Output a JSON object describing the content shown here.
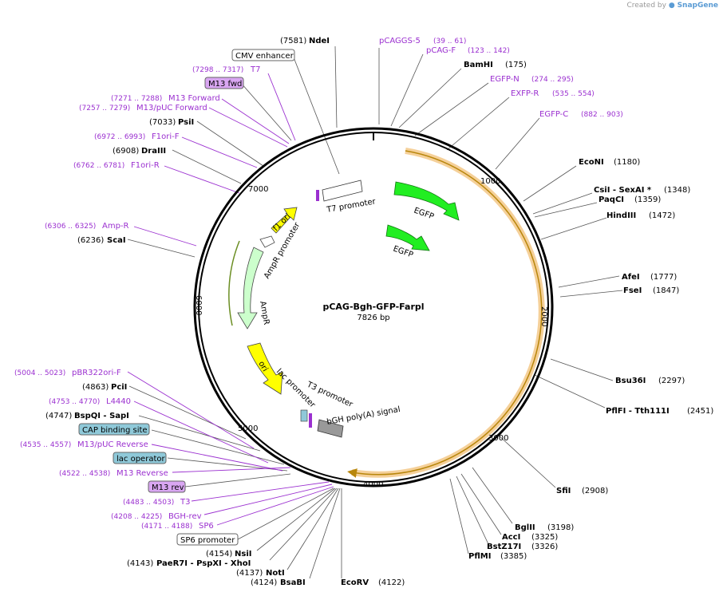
{
  "credit": {
    "prefix": "Created by",
    "brand": "SnapGene"
  },
  "plasmid": {
    "name": "pCAG-Bgh-GFP-Farpl",
    "length": "7826 bp"
  },
  "ticks": [
    "1000",
    "2000",
    "3000",
    "4000",
    "5000",
    "6000",
    "7000"
  ],
  "enzymes": [
    {
      "name": "NdeI",
      "pos": "(7581)"
    },
    {
      "name": "BamHI",
      "pos": "(175)"
    },
    {
      "name": "EcoNI",
      "pos": "(1180)"
    },
    {
      "name": "CsiI - SexAI *",
      "pos": "(1348)"
    },
    {
      "name": "PaqCI",
      "pos": "(1359)"
    },
    {
      "name": "HindIII",
      "pos": "(1472)"
    },
    {
      "name": "AfeI",
      "pos": "(1777)"
    },
    {
      "name": "FseI",
      "pos": "(1847)"
    },
    {
      "name": "Bsu36I",
      "pos": "(2297)"
    },
    {
      "name": "PflFI - Tth111I",
      "pos": "(2451)"
    },
    {
      "name": "SfiI",
      "pos": "(2908)"
    },
    {
      "name": "BglII",
      "pos": "(3198)"
    },
    {
      "name": "AccI",
      "pos": "(3325)"
    },
    {
      "name": "BstZ17I",
      "pos": "(3326)"
    },
    {
      "name": "PflMI",
      "pos": "(3385)"
    },
    {
      "name": "EcoRV",
      "pos": "(4122)"
    },
    {
      "name": "BsaBI",
      "pos": "(4124)"
    },
    {
      "name": "NotI",
      "pos": "(4137)"
    },
    {
      "name": "PaeR7I - PspXI - XhoI",
      "pos": "(4143)"
    },
    {
      "name": "NsiI",
      "pos": "(4154)"
    },
    {
      "name": "BspQI - SapI",
      "pos": "(4747)"
    },
    {
      "name": "PciI",
      "pos": "(4863)"
    },
    {
      "name": "ScaI",
      "pos": "(6236)"
    },
    {
      "name": "DraIII",
      "pos": "(6908)"
    },
    {
      "name": "PsiI",
      "pos": "(7033)"
    }
  ],
  "primers": [
    {
      "name": "pCAGGS-5",
      "range": "(39 .. 61)"
    },
    {
      "name": "pCAG-F",
      "range": "(123 .. 142)"
    },
    {
      "name": "EGFP-N",
      "range": "(274 .. 295)"
    },
    {
      "name": "EXFP-R",
      "range": "(535 .. 554)"
    },
    {
      "name": "EGFP-C",
      "range": "(882 .. 903)"
    },
    {
      "name": "T7",
      "range": "(7298 .. 7317)"
    },
    {
      "name": "M13 Forward",
      "range": "(7271 .. 7288)"
    },
    {
      "name": "M13/pUC Forward",
      "range": "(7257 .. 7279)"
    },
    {
      "name": "F1ori-F",
      "range": "(6972 .. 6993)"
    },
    {
      "name": "F1ori-R",
      "range": "(6762 .. 6781)"
    },
    {
      "name": "Amp-R",
      "range": "(6306 .. 6325)"
    },
    {
      "name": "pBR322ori-F",
      "range": "(5004 .. 5023)"
    },
    {
      "name": "L4440",
      "range": "(4753 .. 4770)"
    },
    {
      "name": "M13/pUC Reverse",
      "range": "(4535 .. 4557)"
    },
    {
      "name": "M13 Reverse",
      "range": "(4522 .. 4538)"
    },
    {
      "name": "T3",
      "range": "(4483 .. 4503)"
    },
    {
      "name": "BGH-rev",
      "range": "(4208 .. 4225)"
    },
    {
      "name": "SP6",
      "range": "(4171 .. 4188)"
    }
  ],
  "boxed_labels": [
    {
      "name": "CMV enhancer",
      "kind": "plain"
    },
    {
      "name": "M13 fwd",
      "kind": "purple"
    },
    {
      "name": "CAP binding site",
      "kind": "teal"
    },
    {
      "name": "lac operator",
      "kind": "teal"
    },
    {
      "name": "M13 rev",
      "kind": "purple"
    },
    {
      "name": "SP6 promoter",
      "kind": "plain"
    }
  ],
  "features": [
    {
      "name": "EGFP",
      "color": "#22ee22"
    },
    {
      "name": "EGFP",
      "color": "#22ee22"
    },
    {
      "name": "T7 promoter",
      "color": "#ffffff"
    },
    {
      "name": "f1 ori",
      "color": "#ffff00"
    },
    {
      "name": "AmpR promoter",
      "color": "#ffffff"
    },
    {
      "name": "AmpR",
      "color": "#ccffcc"
    },
    {
      "name": "ori",
      "color": "#ffff00"
    },
    {
      "name": "lac promoter",
      "color": "#ffffff"
    },
    {
      "name": "T3 promoter",
      "color": "#ffffff"
    },
    {
      "name": "bGH poly(A) signal",
      "color": "#999999"
    }
  ],
  "colors": {
    "enzyme": "#000000",
    "primer": "#9b30d0",
    "primer_range": "#9b30d0",
    "backbone": "#000000",
    "orf_highlight": "#f2c480",
    "orf_arrow": "#b8860b",
    "teal_box": "#8fc9d9",
    "purple_box": "#d9a6f2"
  }
}
